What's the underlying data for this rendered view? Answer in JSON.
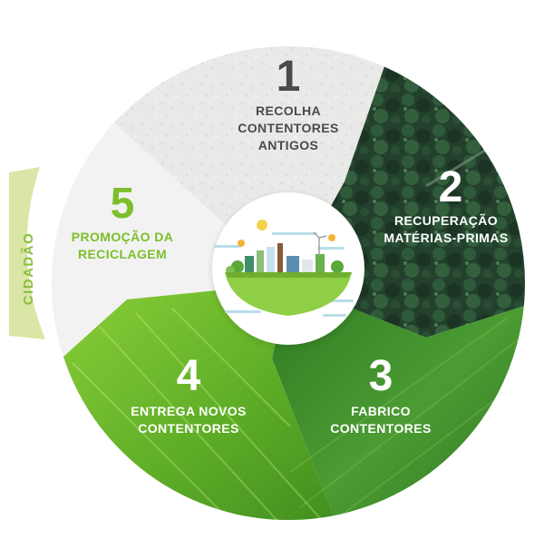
{
  "side_label": "CIDADÃO",
  "steps": [
    {
      "number": "1",
      "lines": [
        "RECOLHA",
        "CONTENTORES",
        "ANTIGOS"
      ]
    },
    {
      "number": "2",
      "lines": [
        "RECUPERAÇÃO",
        "MATÉRIAS-PRIMAS"
      ]
    },
    {
      "number": "3",
      "lines": [
        "FABRICO",
        "CONTENTORES"
      ]
    },
    {
      "number": "4",
      "lines": [
        "ENTREGA NOVOS",
        "CONTENTORES"
      ]
    },
    {
      "number": "5",
      "lines": [
        "PROMOÇÃO DA",
        "RECICLAGEM"
      ]
    }
  ],
  "colors": {
    "step1_bg": "#e8e8e6",
    "step1_text": "#4a4a4a",
    "step2_bg": "#24432f",
    "step3_bg": "#3f8f2c",
    "step4_bg": "#6cbb2a",
    "step5_bg": "#f2f2f2",
    "step5_text": "#7cbf2a",
    "side_band": "#d9e6a6",
    "side_text": "#8cbf3f",
    "white_text": "#ffffff"
  },
  "center_icon": "green-city-island-icon"
}
